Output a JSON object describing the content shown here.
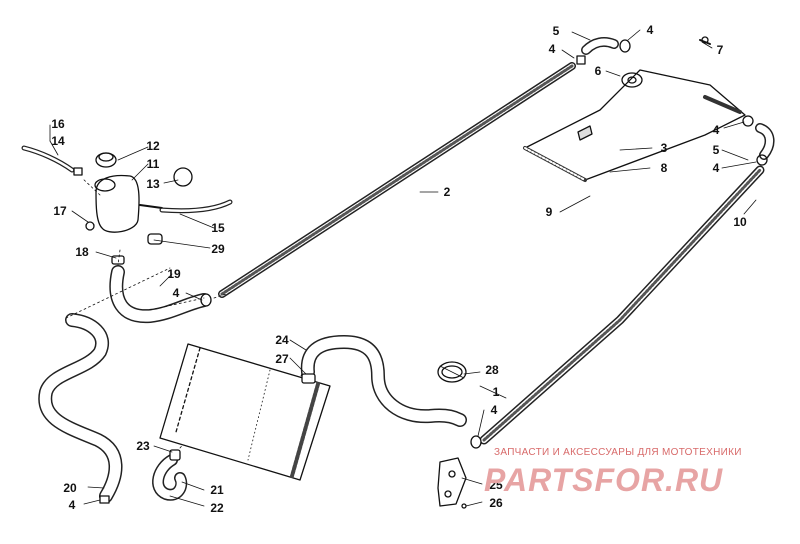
{
  "callouts": {
    "n1": "1",
    "n2": "2",
    "n3": "3",
    "n4a": "4",
    "n4b": "4",
    "n4c": "4",
    "n4d": "4",
    "n4e": "4",
    "n4f": "4",
    "n4g": "4",
    "n5a": "5",
    "n5b": "5",
    "n6": "6",
    "n7": "7",
    "n8": "8",
    "n9": "9",
    "n10": "10",
    "n11": "11",
    "n12": "12",
    "n13": "13",
    "n14": "14",
    "n15": "15",
    "n16": "16",
    "n17": "17",
    "n18": "18",
    "n19": "19",
    "n20": "20",
    "n21": "21",
    "n22": "22",
    "n23": "23",
    "n24": "24",
    "n25": "25",
    "n26": "26",
    "n27": "27",
    "n28": "28",
    "n29": "29"
  },
  "watermark": {
    "tagline": "ЗАПЧАСТИ И АКСЕССУАРЫ ДЛЯ МОТОТЕХНИКИ",
    "logo": "PARTSFOR.RU",
    "color": "#e06060"
  },
  "colors": {
    "line": "#111111",
    "hatch": "#555555",
    "accent": "#e06060"
  }
}
